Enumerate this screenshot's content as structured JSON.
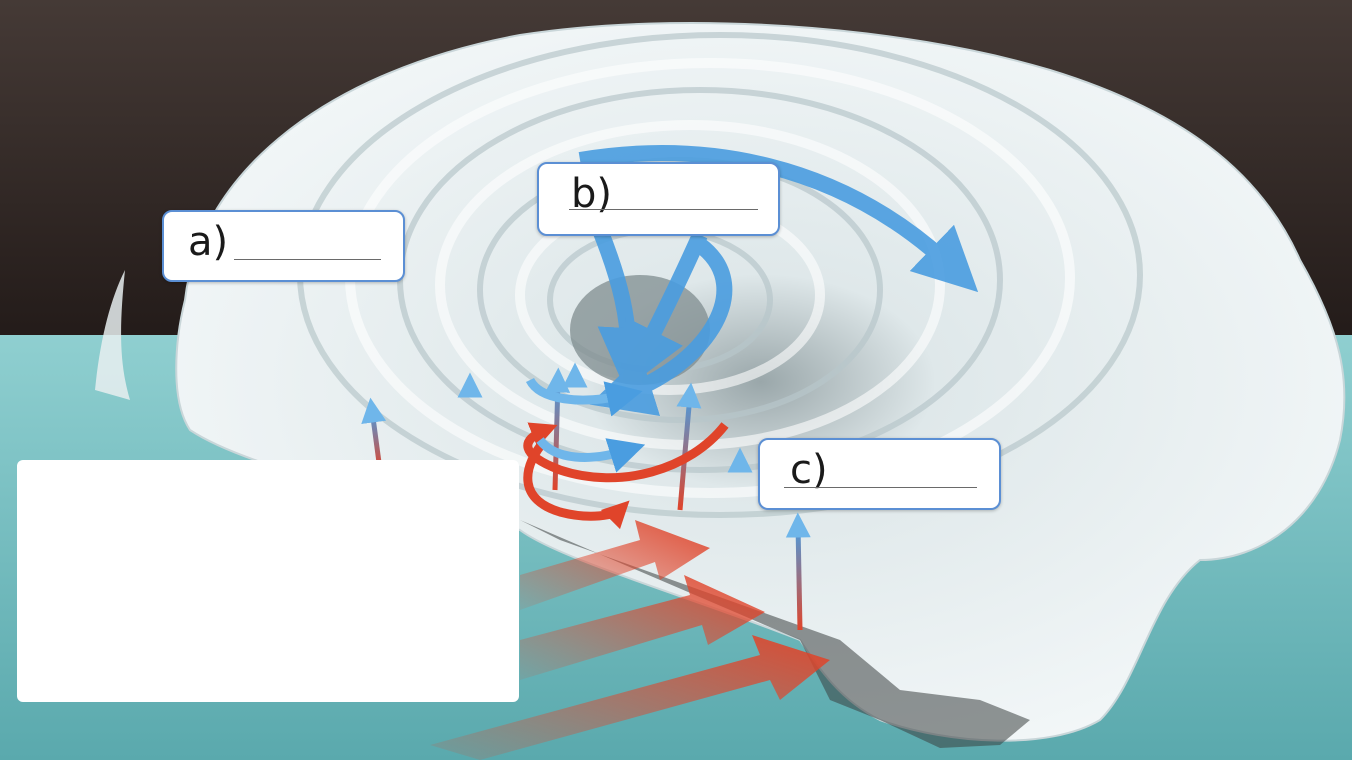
{
  "labels": {
    "a": {
      "letter": "a)"
    },
    "b": {
      "letter": "b)"
    },
    "c": {
      "letter": "c)"
    }
  },
  "colors": {
    "sky": "#2f2623",
    "sea": "#7fc2c5",
    "cloud": "#eef4f5",
    "cold_arrow": "#4a9de0",
    "warm_arrow": "#e0442a",
    "box_border": "#5b8fd4"
  }
}
